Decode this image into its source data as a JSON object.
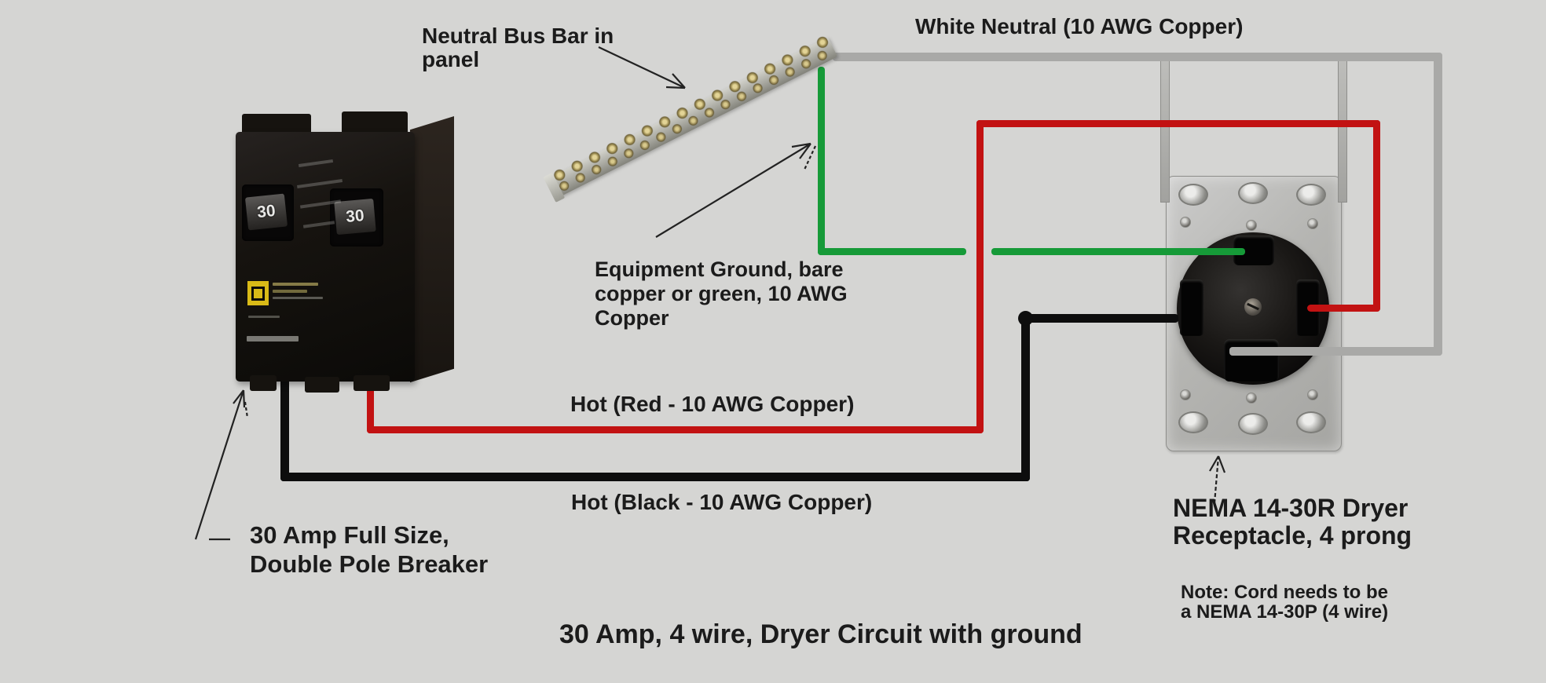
{
  "diagram": {
    "title": "30 Amp, 4 wire, Dryer Circuit with ground",
    "labels": {
      "neutral_bus": {
        "line1": "Neutral Bus Bar in",
        "line2": "panel"
      },
      "white_neutral": "White Neutral (10 AWG Copper)",
      "equipment_ground": {
        "line1": "Equipment Ground, bare",
        "line2": "copper or green, 10 AWG",
        "line3": "Copper"
      },
      "hot_red": "Hot (Red - 10 AWG Copper)",
      "hot_black": "Hot (Black - 10 AWG Copper)",
      "breaker": {
        "line1": "30 Amp Full Size,",
        "line2": "Double Pole Breaker"
      },
      "receptacle": {
        "line1": "NEMA 14-30R Dryer",
        "line2": "Receptacle, 4 prong"
      },
      "note": {
        "line1": "Note: Cord needs to be",
        "line2": "a NEMA 14-30P (4 wire)"
      }
    },
    "breaker": {
      "handle_rating": "30"
    },
    "wire_colors": {
      "neutral_gray": "#a9a9a7",
      "ground_green": "#169a38",
      "hot_red": "#c21212",
      "hot_black": "#0d0d0d"
    }
  }
}
